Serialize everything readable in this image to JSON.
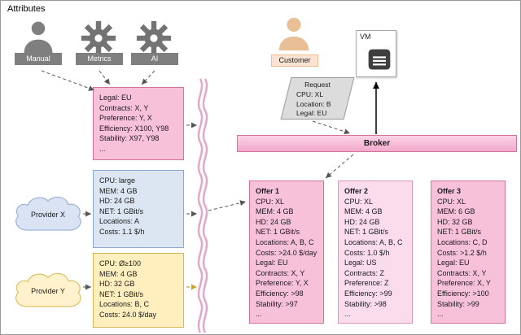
{
  "figure": {
    "title": "Attributes"
  },
  "sources": {
    "manual": {
      "label": "Manual",
      "icon": "person-icon"
    },
    "metrics": {
      "label": "Metrics",
      "icon": "gear-icon"
    },
    "ai": {
      "label": "AI",
      "icon": "gear-icon"
    }
  },
  "attributes_box": {
    "lines": [
      "Legal: EU",
      "Contracts: X, Y",
      "Preference: Y, X",
      "Efficiency: X100, Y98",
      "Stability: X97, Y98",
      "..."
    ]
  },
  "customer": {
    "label": "Customer",
    "icon": "person-icon"
  },
  "request": {
    "title": "Request",
    "lines": [
      "CPU: XL",
      "Location: B",
      "Legal: EU"
    ]
  },
  "vm": {
    "label": "VM",
    "icon": "server-icon"
  },
  "broker": {
    "label": "Broker"
  },
  "provider_x": {
    "label": "Provider X",
    "lines": [
      "CPU: large",
      "MEM: 4 GB",
      "HD: 24 GB",
      "NET: 1 GBit/s",
      "Locations: A",
      "Costs: 1.1 $/h"
    ]
  },
  "provider_y": {
    "label": "Provider Y",
    "lines": [
      "CPU: Ø≥100",
      "MEM: 4 GB",
      "HD: 32 GB",
      "NET: 1 GBit/s",
      "Locations: B, C",
      "Costs: 24.0 $/day"
    ]
  },
  "offers": [
    {
      "title": "Offer 1",
      "lines": [
        "CPU: XL",
        "MEM: 4 GB",
        "HD: 24 GB",
        "NET: 1 GBit/s",
        "Locations: A, B, C",
        "Costs: >24.0 $/day",
        "Legal: EU",
        "Contracts: X, Y",
        "Preference: Y, X",
        "Efficiency: >98",
        "Stability: >97",
        "..."
      ]
    },
    {
      "title": "Offer 2",
      "lines": [
        "CPU: XL",
        "MEM: 4 GB",
        "HD: 24 GB",
        "NET: 1 GBit/s",
        "Locations: A, B, C",
        "Costs: 1.0 $/h",
        "Legal: US",
        "Contracts: Z",
        "Preference: Z",
        "Efficiency: >99",
        "Stability: >98",
        "..."
      ]
    },
    {
      "title": "Offer 3",
      "lines": [
        "CPU: XL",
        "MEM: 6 GB",
        "HD: 32 GB",
        "NET: 1 GBit/s",
        "Locations: C, D",
        "Costs: >1.2 $/h",
        "Legal: EU",
        "Contracts: X, Y",
        "Preference: X, Y",
        "Efficiency: >100",
        "Stability: >99",
        "..."
      ]
    }
  ],
  "colors": {
    "pink_accent": "#f3a9cc",
    "pink_box": "#f8c1da",
    "provider_x_blue": "#dce6f2",
    "provider_y_yellow": "#ffefbe",
    "label_gray": "#7f7f7f",
    "customer_peach": "#fbe3d4",
    "membrane_pink": "#e3a7c9"
  }
}
